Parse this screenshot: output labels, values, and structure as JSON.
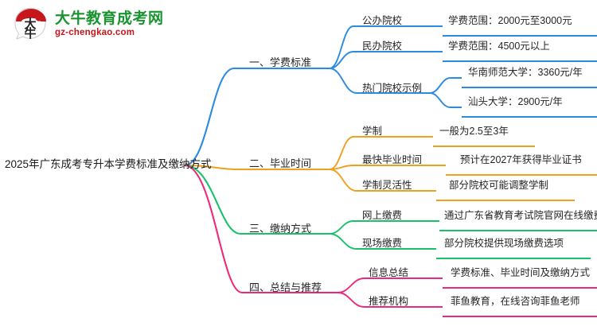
{
  "logo": {
    "mark_text": "大牛",
    "title": "大牛教育成考网",
    "subtitle": "gz-chengkao.com",
    "title_color": "#1a9431",
    "subtitle_color": "#c8161d"
  },
  "mindmap": {
    "root": {
      "label": "2025年广东成考专升本学费标准及缴纳方式"
    },
    "branches": [
      {
        "label": "一、学费标准",
        "color": "#2a8be0",
        "children": [
          {
            "label": "公办院校",
            "children": [
              {
                "label": "学费范围：2000元至3000元"
              }
            ]
          },
          {
            "label": "民办院校",
            "children": [
              {
                "label": "学费范围：4500元以上"
              }
            ]
          },
          {
            "label": "热门院校示例",
            "children": [
              {
                "label": "华南师范大学：3360元/年"
              },
              {
                "label": "汕头大学：2900元/年"
              }
            ]
          }
        ]
      },
      {
        "label": "二、毕业时间",
        "color": "#f0a01e",
        "children": [
          {
            "label": "学制",
            "children": [
              {
                "label": "一般为2.5至3年"
              }
            ]
          },
          {
            "label": "最快毕业时间",
            "children": [
              {
                "label": "预计在2027年获得毕业证书"
              }
            ]
          },
          {
            "label": "学制灵活性",
            "children": [
              {
                "label": "部分院校可能调整学制"
              }
            ]
          }
        ]
      },
      {
        "label": "三、缴纳方式",
        "color": "#18c16a",
        "children": [
          {
            "label": "网上缴费",
            "children": [
              {
                "label": "通过广东省教育考试院官网在线缴费"
              }
            ]
          },
          {
            "label": "现场缴费",
            "children": [
              {
                "label": "部分院校提供现场缴费选项"
              }
            ]
          }
        ]
      },
      {
        "label": "四、总结与推荐",
        "color": "#ec2a7b",
        "children": [
          {
            "label": "信息总结",
            "children": [
              {
                "label": "学费标准、毕业时间及缴纳方式"
              }
            ]
          },
          {
            "label": "推荐机构",
            "children": [
              {
                "label": "菲鱼教育，在线咨询菲鱼老师"
              }
            ]
          }
        ]
      }
    ]
  }
}
